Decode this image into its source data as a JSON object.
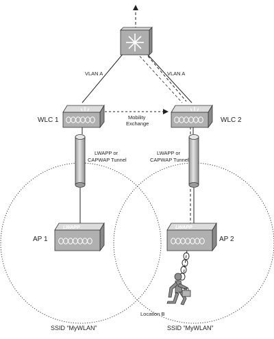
{
  "links": {
    "left_vlan": "VLAN A",
    "right_vlan": "VLAN A",
    "mobility_line1": "Mobility",
    "mobility_line2": "Exchange",
    "tunnel_left_line1": "LWAPP or",
    "tunnel_left_line2": "CAPWAP Tunnel",
    "tunnel_right_line1": "LWAPP or",
    "tunnel_right_line2": "CAPWAP Tunnel"
  },
  "devices": {
    "wlc1": "WLC 1",
    "wlc2": "WLC 2",
    "ap1": "AP 1",
    "ap2": "AP 2",
    "ap_badge": "LWAPP"
  },
  "cells": {
    "left_ssid": "SSID “MyWLAN”",
    "right_ssid": "SSID “MyWLAN”"
  },
  "client": {
    "location": "Location B"
  },
  "colors": {
    "device_face": "#b4b4b4",
    "device_top": "#dcdcdc",
    "device_side": "#8a8a8a",
    "tunnel_fill": "#c8c8c8",
    "line": "#222222"
  }
}
